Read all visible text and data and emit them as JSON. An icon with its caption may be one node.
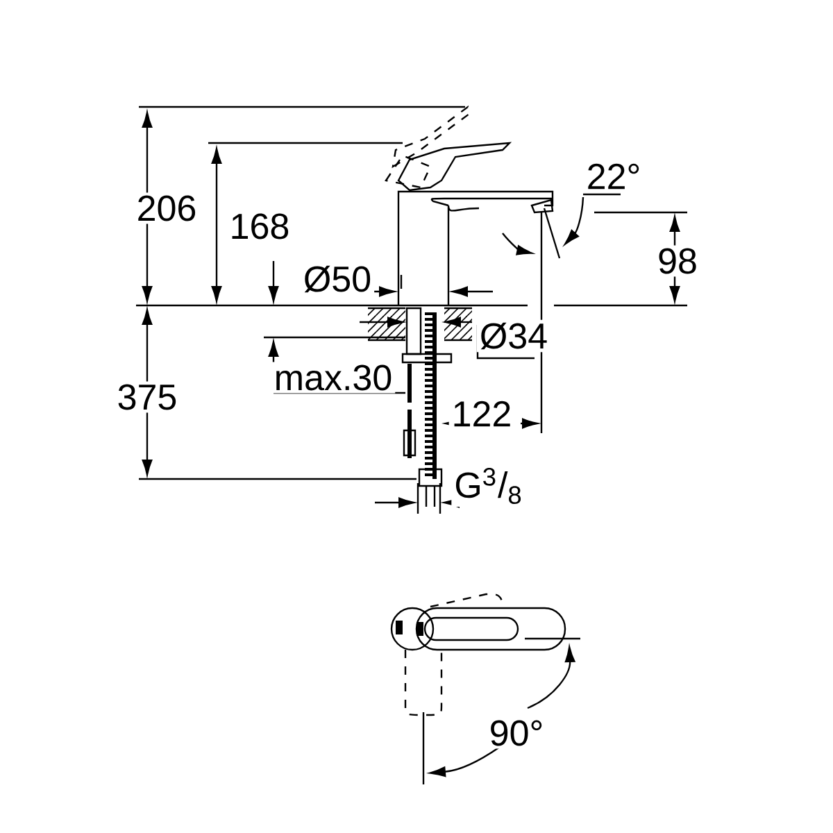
{
  "diagram": {
    "labels": [
      "206",
      "168",
      "22°",
      "98",
      "Ø50",
      "Ø34",
      "max.30",
      "375",
      "122",
      "G$^{3}$/$_{8}$",
      "90°"
    ]
  }
}
